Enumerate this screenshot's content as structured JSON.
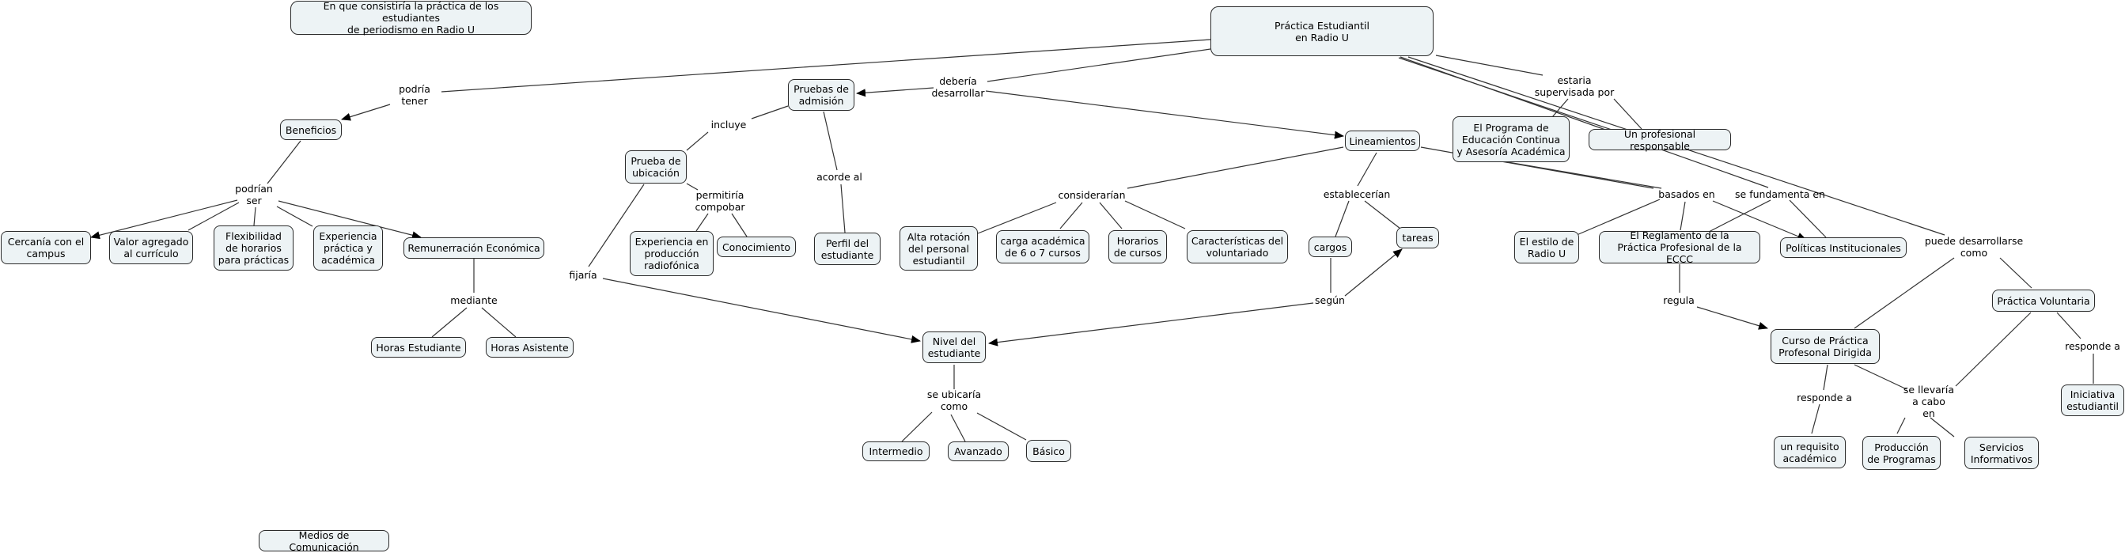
{
  "concepts": {
    "question": "En que consistiría la práctica de los estudiantes\nde periodismo en Radio U",
    "root": "Práctica Estudiantil\nen Radio U",
    "beneficios": "Beneficios",
    "cercania": "Cercanía con el\ncampus",
    "valor": "Valor agregado\nal currículo",
    "flexibilidad": "Flexibilidad\nde horarios\npara prácticas",
    "experiencia_pa": "Experiencia\npráctica y\nacadémica",
    "remuneracion": "Remunerración Económica",
    "horas_est": "Horas Estudiante",
    "horas_asis": "Horas Asistente",
    "pruebas": "Pruebas de\nadmisión",
    "prueba_ubic": "Prueba de\nubicación",
    "experiencia_prod": "Experiencia en\nproducción\nradiofónica",
    "conocimiento": "Conocimiento",
    "perfil": "Perfil del\nestudiante",
    "nivel": "Nivel del\nestudiante",
    "intermedio": "Intermedio",
    "avanzado": "Avanzado",
    "basico": "Básico",
    "lineamientos": "Lineamientos",
    "alta_rot": "Alta rotación\ndel personal\nestudiantil",
    "carga": "carga académica\nde 6 o 7 cursos",
    "horarios": "Horarios\nde cursos",
    "caract": "Características del\nvoluntariado",
    "cargos": "cargos",
    "tareas": "tareas",
    "programa": "El Programa de\nEducación Continua\ny Asesoría Académica",
    "profesional": "Un profesional responsable",
    "estilo": "El estilo de\nRadio U",
    "reglamento": "El Reglamento de la\nPráctica Profesional de la ECCC",
    "politicas": "Políticas Institucionales",
    "practica_vol": "Práctica Voluntaria",
    "curso": "Curso de Práctica\nProfesonal Dirigida",
    "iniciativa": "Iniciativa\nestudiantil",
    "requisito": "un requisito\nacadémico",
    "produccion": "Producción\nde Programas",
    "servicios": "Servicios\nInformativos",
    "medios": "Medios de Comunicación"
  },
  "phrases": {
    "podria_tener": "podría\ntener",
    "deberia": "debería\ndesarrollar",
    "estaria": "estaria\nsupervisada por",
    "podrian_ser": "podrían\nser",
    "mediante": "mediante",
    "incluye": "incluye",
    "permitiria": "permitiría\ncompobar",
    "acorde": "acorde al",
    "fijaria": "fijaría",
    "se_ubicaria": "se ubicaría\ncomo",
    "considerarian": "considerarían",
    "estableceran": "establecerían",
    "segun": "según",
    "basados": "basados en",
    "fundamenta": "se fundamenta en",
    "puede_des": "puede desarrollarse\ncomo",
    "regula": "regula",
    "responde_a1": "responde a",
    "se_llevaria": "se llevaría\na cabo\nen",
    "responde_a2": "responde a"
  }
}
